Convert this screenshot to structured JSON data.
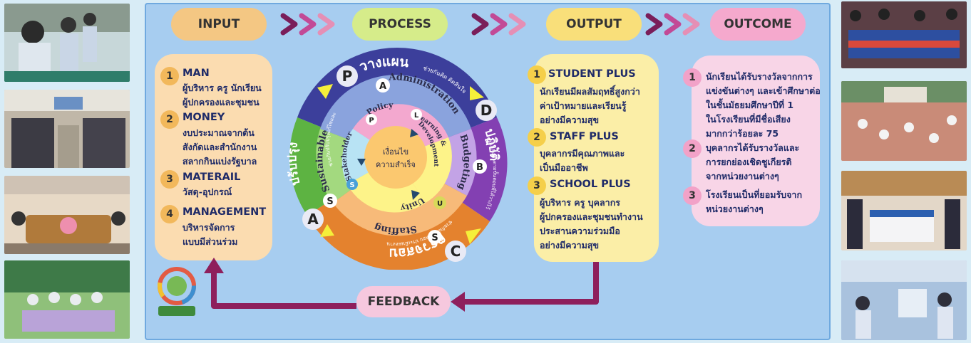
{
  "stages": {
    "input": "INPUT",
    "process": "PROCESS",
    "output": "OUTPUT",
    "outcome": "OUTCOME",
    "feedback": "FEEDBACK"
  },
  "input_items": [
    {
      "num": "1",
      "title": "MAN",
      "text": "ผู้บริหาร ครู นักเรียน\nผู้ปกครองและชุมชน"
    },
    {
      "num": "2",
      "title": "MONEY",
      "text": "งบประมาณจากต้น\nสังกัดและสำนักงาน\nสลากกินแบ่งรัฐบาล"
    },
    {
      "num": "3",
      "title": "MATERAIL",
      "text": "วัสดุ-อุปกรณ์"
    },
    {
      "num": "4",
      "title": "MANAGEMENT",
      "text": "บริหารจัดการ\nแบบมีส่วนร่วม"
    }
  ],
  "output_items": [
    {
      "num": "1",
      "title": "STUDENT PLUS",
      "text": "นักเรียนมีผลสัมฤทธิ์สูงกว่า\nค่าเป้าหมายและเรียนรู้\nอย่างมีความสุข"
    },
    {
      "num": "2",
      "title": "STAFF PLUS",
      "text": "บุคลากรมีคุณภาพและ\nเป็นมืออาชีพ"
    },
    {
      "num": "3",
      "title": "SCHOOL PLUS",
      "text": "ผู้บริหาร ครู บุคลากร\nผู้ปกครองและชุมชนทำงาน\nประสานความร่วมมือ\nอย่างมีความสุข"
    }
  ],
  "outcome_items": [
    {
      "num": "1",
      "text": "นักเรียนได้รับรางวัลจากการ\nแข่งขันต่างๆ และเข้าศึกษาต่อ\nในชั้นมัธยมศึกษาปีที่ 1\nในโรงเรียนที่มีชื่อเสียง\nมากกว่าร้อยละ 75"
    },
    {
      "num": "2",
      "text": "บุคลากรได้รับรางวัลและ\nการยกย่องเชิดชูเกียรติ\nจากหน่วยงานต่างๆ"
    },
    {
      "num": "3",
      "text": "โรงเรียนเป็นที่ยอมรับจาก\nหน่วยงานต่างๆ"
    }
  ],
  "pdca": {
    "p_letter": "P",
    "p_label": "วางแผน",
    "p_sub": "ช่วยกันคิด ติดสินใจ",
    "d_letter": "D",
    "d_label": "ปฏิบัติ",
    "d_sub": "ช่วยกันทำตามขั้นตอนที่ได้วางไว้",
    "c_letter": "C",
    "c_label": "ตรวจสอบ",
    "c_sub": "ช่วยกันตรวจสอบ ประเมินผลงาน",
    "a_letter": "A",
    "a_label": "ปรับปรุง",
    "a_sub": "ช่วยกันปรับปรุงแก้ไขและวางแผนใหม่ต่อไป"
  },
  "middle_ring": {
    "a_letter": "A",
    "administration": "Administration",
    "b_letter": "B",
    "budgeting": "Budgeting",
    "s_letter": "S",
    "staffing": "Staffing",
    "s2_letter": "S",
    "sustainable": "Sustainable"
  },
  "inner_ring": {
    "p_letter": "P",
    "policy": "Policy",
    "l_letter": "L",
    "learning": "Learning &",
    "development": "Development",
    "u_letter": "U",
    "unity": "Unity",
    "s_letter": "S",
    "stakeholder": "Stakeholder"
  },
  "center": {
    "line1": "เงื่อนไข",
    "line2": "ความสำเร็จ"
  },
  "colors": {
    "panel": "#a7cdf0",
    "input_pill": "#f4c783",
    "process_pill": "#d6ec8a",
    "output_pill": "#f9df7a",
    "outcome_pill": "#f5a9cd",
    "feedback_pill": "#f6c8de",
    "input_box": "#fbdcb0",
    "output_box": "#fbeea7",
    "outcome_box": "#f8d5e7",
    "arrow": "#8e1f5c",
    "ring_p": "#3c3f9b",
    "ring_d": "#8340b2",
    "ring_c": "#e4822e",
    "ring_a": "#5db342"
  }
}
